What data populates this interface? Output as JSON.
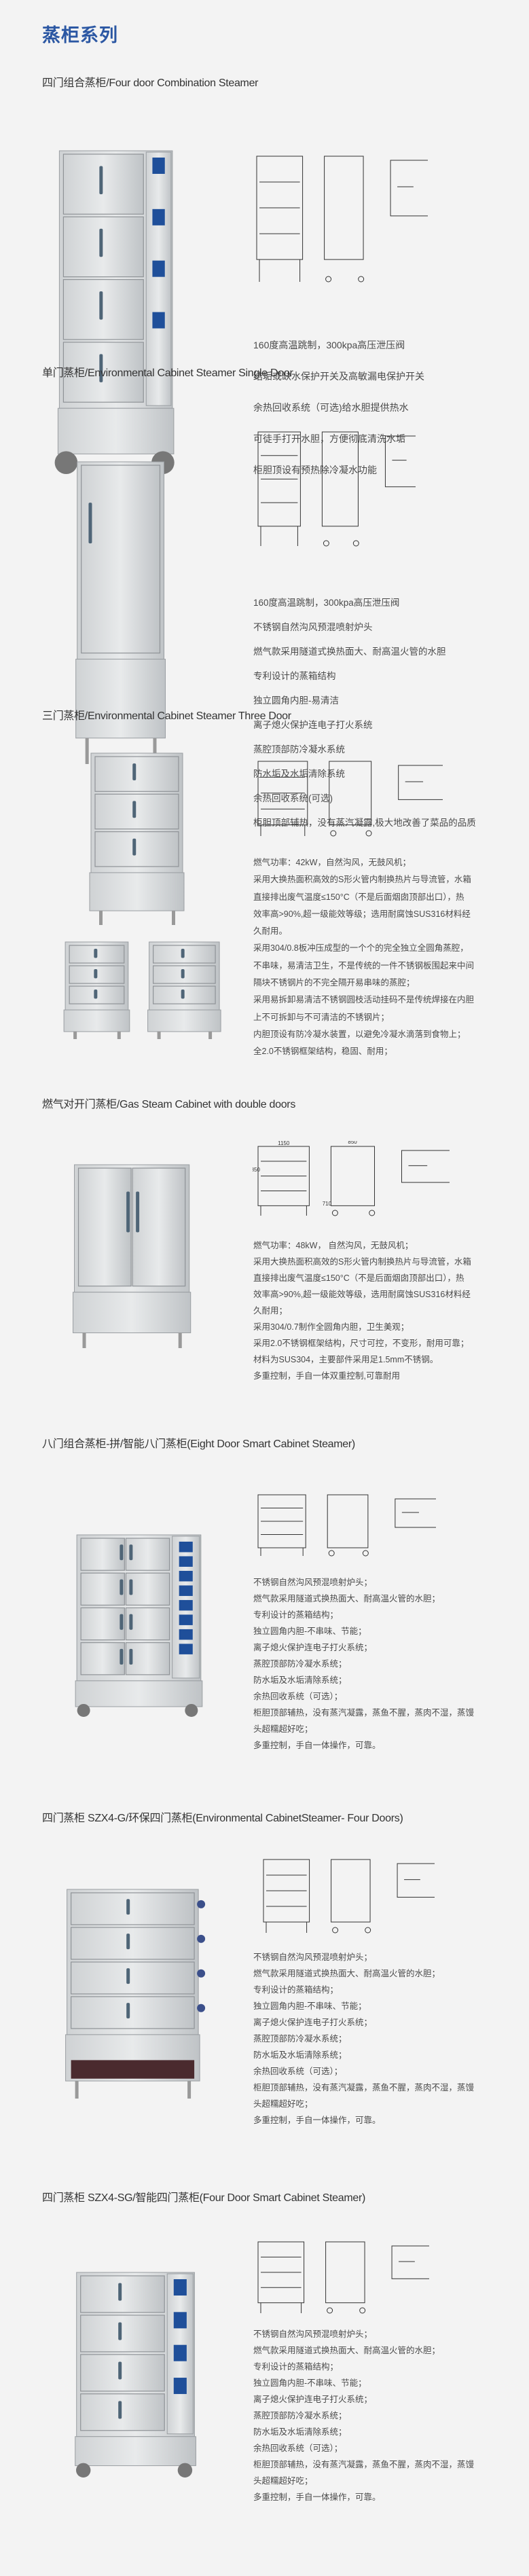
{
  "page": {
    "title": "蒸柜系列",
    "accent": "#2b57a3"
  },
  "sections": [
    {
      "title": "四门组合蒸柜/Four door Combination Steamer",
      "features": [
        "160度高温跳制，300kpa高压泄压阀",
        "结垢或缺水保护开关及高敏漏电保护开关",
        "余热回收系统（可选)给水胆提供热水",
        "可徒手打开水胆，方便彻底清洗水垢",
        "柜胆顶设有预热除冷凝水功能"
      ]
    },
    {
      "title": "单门蒸柜/Environmental Cabinet Steamer Single Door",
      "features": [
        "160度高温跳制，300kpa高压泄压阀",
        "不锈钢自然沟风预混喷射炉头",
        "燃气款采用隧道式换热面大、耐高温火管的水胆",
        "专利设计的蒸箱结构",
        "独立圆角内胆-易清洁",
        "离子熄火保护连电子打火系统",
        "蒸腔顶部防冷凝水系统",
        "防水垢及水垢清除系统",
        "余热回收系统(可选)",
        "柜胆顶部辅热，没有蒸汽凝露,极大地改善了菜品的品质"
      ]
    },
    {
      "title": "三门蒸柜/Environmental Cabinet Steamer Three Door",
      "features": [
        "燃气功率：42kW，自然沟风，无鼓风机；",
        "采用大换热面积高效的S形火管内制换热片与导流管，水箱",
        "直接排出废气温度≤150°C（不是后面烟囱顶部出口），热",
        "效率高>90%,超一级能效等级；选用耐腐蚀SUS316材料经",
        "久耐用。",
        "采用304/0.8板冲压成型的一个个的完全独立全圆角蒸腔，",
        "不串味，易清洁卫生，不是传统的一件不锈钢板围起来中间",
        "隔块不锈钢片的不完全隔开易串味的蒸腔；",
        "采用易拆卸易清洁不锈钢圆枝活动挂码不是传统焊接在内胆",
        "上不可拆卸与不可清洁的不锈钢片；",
        "内胆顶设有防冷凝水装置，以避免冷凝水滴落到食物上；",
        "全2.0不锈钢框架结构，稳固、耐用；"
      ]
    },
    {
      "title": "燃气对开门蒸柜/Gas Steam Cabinet with double doors",
      "dims": [
        "1150",
        "850",
        "1850",
        "710"
      ],
      "features": [
        "燃气功率：48kW， 自然沟风，无鼓风机；",
        "采用大换热面积高效的S形火管内制换热片与导流管，水箱",
        "直接排出废气温度≤150°C（不是后面烟囱顶部出口），热",
        "效率高>90%,超一级能效等级，选用耐腐蚀SUS316材料经",
        "久耐用；",
        "采用304/0.7制作全圆角内胆，卫生美观；",
        "采用2.0不锈钢框架结构，尺寸可控，不变形，耐用可靠；",
        "材料为SUS304，主要部件采用足1.5mm不锈钢。",
        "多重控制，手自一体双重控制,可靠耐用"
      ]
    },
    {
      "title": "八门组合蒸柜-拼/智能八门蒸柜(Eight Door Smart Cabinet Steamer)",
      "features": [
        "不锈钢自然沟风预混喷射炉头；",
        "燃气款采用隧道式换热面大、耐高温火管的水胆；",
        "专利设计的蒸箱结构；",
        "独立圆角内胆-不串味、节能；",
        "离子熄火保护连电子打火系统；",
        "蒸腔顶部防冷凝水系统；",
        "防水垢及水垢清除系统；",
        "余热回收系统（可选）；",
        "柜胆顶部辅热，没有蒸汽凝露，蒸鱼不腥，蒸肉不湿，蒸馒",
        "头超糯超好吃；",
        "多重控制，手自一体操作，可靠。"
      ]
    },
    {
      "title": "四门蒸柜 SZX4-G/环保四门蒸柜(Environmental CabinetSteamer- Four Doors)",
      "features": [
        "不锈钢自然沟风预混喷射炉头；",
        "燃气款采用隧道式换热面大、耐高温火管的水胆；",
        "专利设计的蒸箱结构；",
        "独立圆角内胆-不串味、节能；",
        "离子熄火保护连电子打火系统；",
        "蒸腔顶部防冷凝水系统；",
        "防水垢及水垢清除系统；",
        "余热回收系统（可选）；",
        "柜胆顶部辅热，没有蒸汽凝露，蒸鱼不腥，蒸肉不湿，蒸馒",
        "头超糯超好吃；",
        "多重控制，手自一体操作，可靠。"
      ]
    },
    {
      "title": "四门蒸柜 SZX4-SG/智能四门蒸柜(Four Door Smart Cabinet Steamer)",
      "features": [
        "不锈钢自然沟风预混喷射炉头；",
        "燃气款采用隧道式换热面大、耐高温火管的水胆；",
        "专利设计的蒸箱结构；",
        "独立圆角内胆-不串味、节能；",
        "离子熄火保护连电子打火系统；",
        "蒸腔顶部防冷凝水系统；",
        "防水垢及水垢清除系统；",
        "余热回收系统（可选）；",
        "柜胆顶部辅热，没有蒸汽凝露，蒸鱼不腥，蒸肉不湿，蒸馒",
        "头超糯超好吃；",
        "多重控制，手自一体操作，可靠。"
      ]
    }
  ]
}
